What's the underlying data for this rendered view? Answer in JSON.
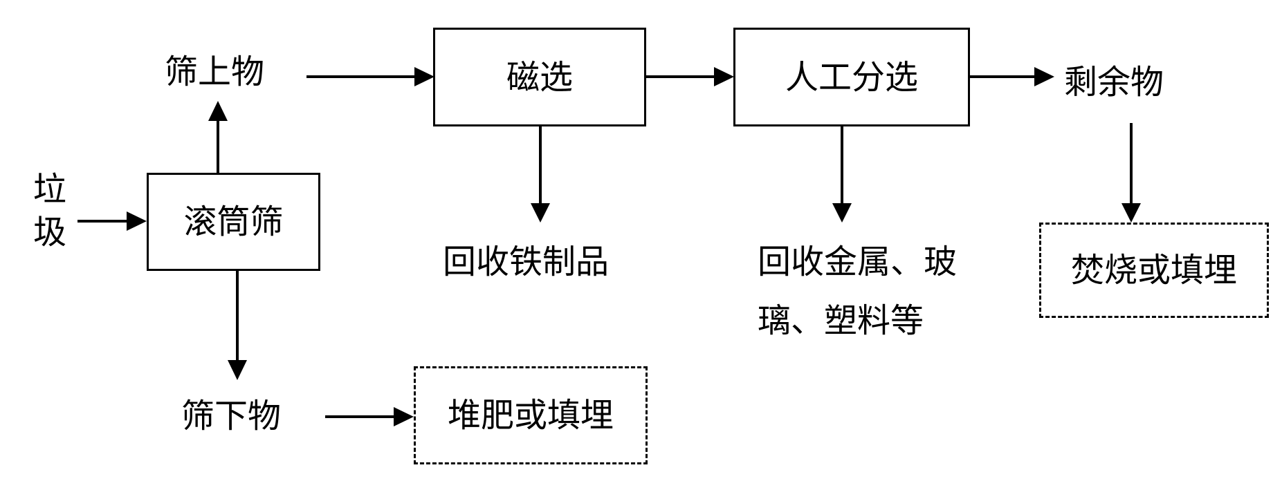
{
  "input": {
    "label_line1": "垃",
    "label_line2": "圾"
  },
  "drum_screen": {
    "label": "滚筒筛"
  },
  "screen_over": {
    "label": "筛上物"
  },
  "screen_under": {
    "label": "筛下物"
  },
  "magnetic": {
    "label": "磁选",
    "output": "回收铁制品"
  },
  "manual": {
    "label": "人工分选",
    "output_line1": "回收金属、玻",
    "output_line2": "璃、塑料等"
  },
  "residue": {
    "label": "剩余物"
  },
  "incinerate": {
    "label": "焚烧或填埋"
  },
  "compost": {
    "label": "堆肥或填埋"
  }
}
